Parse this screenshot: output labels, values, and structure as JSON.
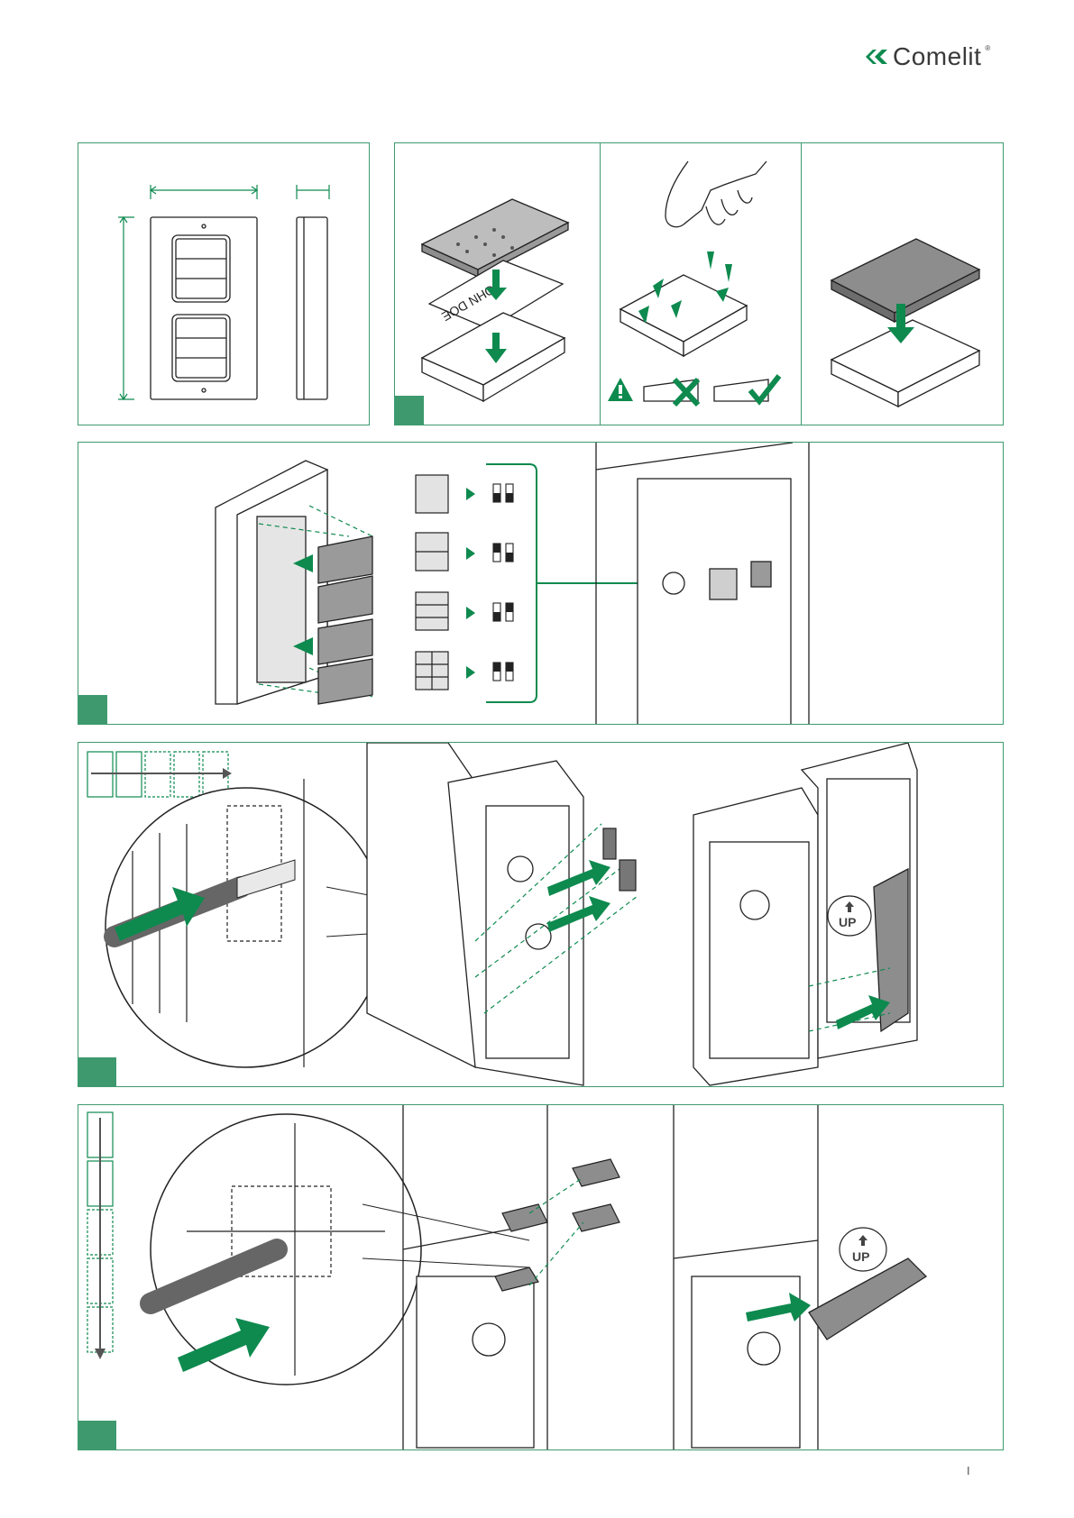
{
  "brand": {
    "name": "Comelit",
    "registered": "®"
  },
  "labels": {
    "label_text": "JOHN DOE",
    "up_label": "UP"
  },
  "page_indicator": "I",
  "colors": {
    "accent": "#0e8a4f",
    "border": "#3e9a6e",
    "line": "#222222",
    "gray": "#777777",
    "light_gray": "#cccccc"
  },
  "icons": [
    "comelit-logo-icon",
    "warning-icon",
    "cross-icon",
    "check-icon",
    "up-arrow-icon",
    "screwdriver-icon",
    "hand-icon"
  ]
}
